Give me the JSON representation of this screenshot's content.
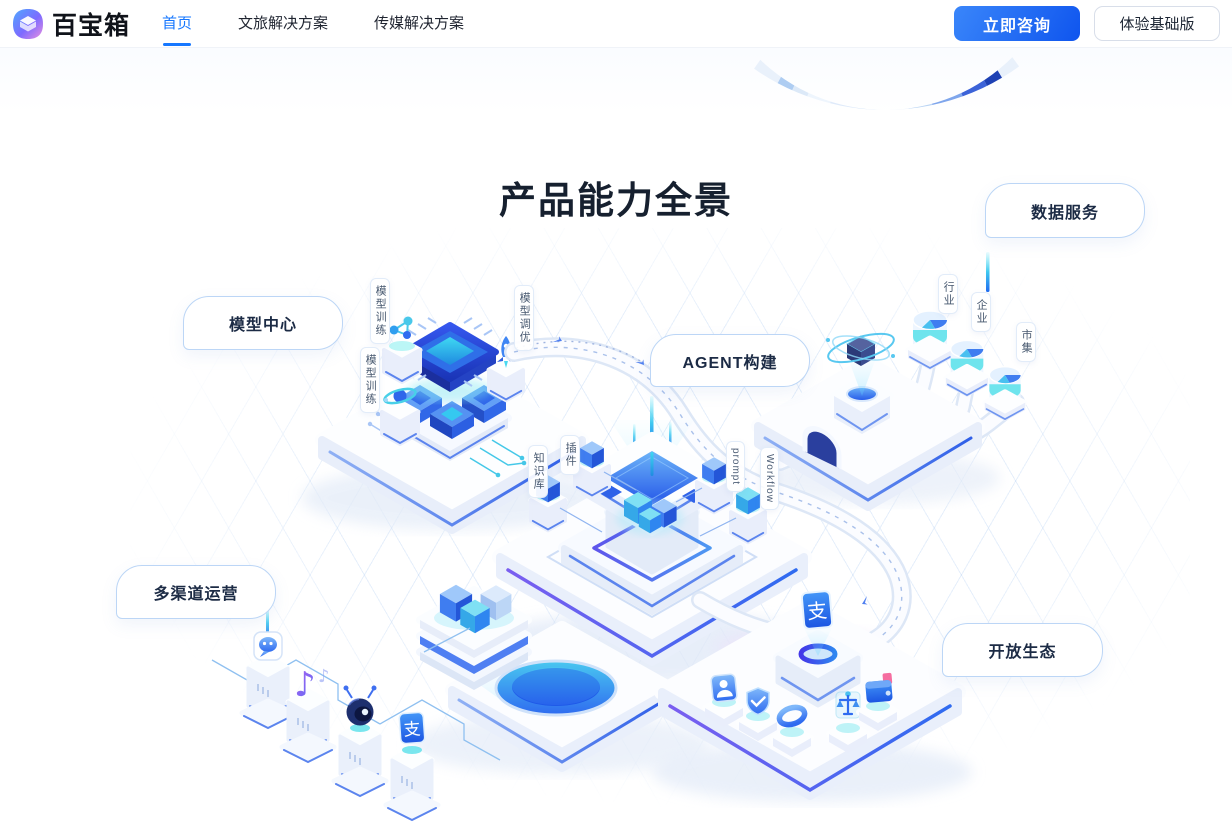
{
  "header": {
    "logo_text": "百宝箱",
    "nav": {
      "home": "首页",
      "travel": "文旅解决方案",
      "media": "传媒解决方案"
    },
    "consult_button": "立即咨询",
    "basic_button": "体验基础版"
  },
  "main": {
    "section_title": "产品能力全景"
  },
  "bubbles": {
    "model_center": "模型中心",
    "data_services": "数据服务",
    "agent_build": "AGENT构建",
    "multi_channel": "多渠道运营",
    "open_ecosystem": "开放生态"
  },
  "tags": {
    "model_training_top": "模型训练",
    "model_tuning": "模型调优",
    "model_training_left": "模型训练",
    "knowledge_base": "知识库",
    "plugin": "插件",
    "prompt": "prompt",
    "workflow": "Workflow",
    "industry": "行业",
    "enterprise": "企业",
    "market": "市集"
  },
  "icons": {
    "alipay_glyph": "支",
    "music_note_glyph": "♪"
  },
  "colors": {
    "accent_blue": "#1677ff",
    "bubble_border": "#bcd6f6",
    "title_color": "#16202f",
    "cta_gradient_start": "#3a86fa",
    "cta_gradient_end": "#0f55ee"
  }
}
